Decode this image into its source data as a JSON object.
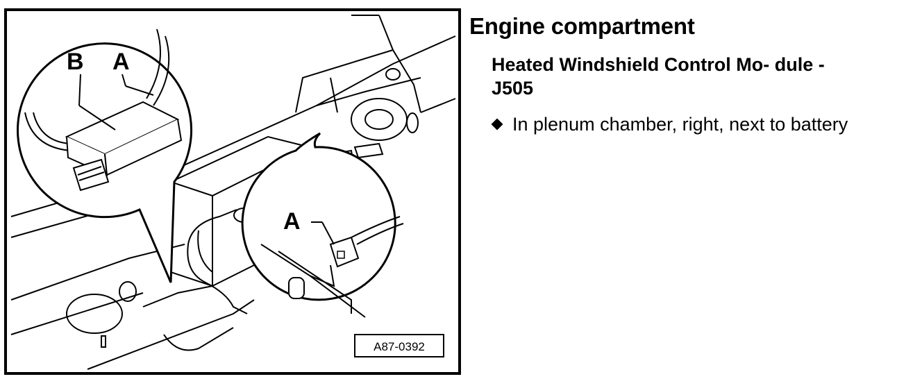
{
  "figure": {
    "callouts": {
      "b_main": "B",
      "a_main": "A",
      "a_detail": "A"
    },
    "figure_id": "A87-0392"
  },
  "text": {
    "section_title": "Engine compartment",
    "component_title": "Heated Windshield Control Mo- dule - J505",
    "location_bullet": "In plenum chamber, right, next to battery"
  },
  "icons": {
    "bullet": "diamond-bullet-icon"
  }
}
